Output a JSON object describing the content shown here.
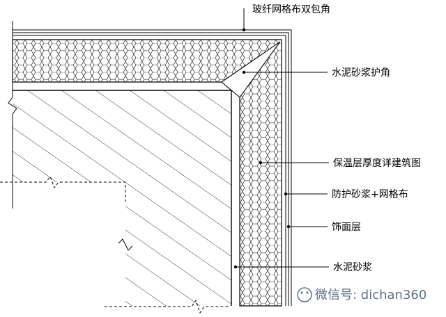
{
  "labels": {
    "fiberglass_double_wrap": "玻纤网格布双包角",
    "cement_mortar_corner": "水泥砂浆护角",
    "insulation_thickness": "保温层厚度详建筑图",
    "protective_mortar_mesh": "防护砂浆+网格布",
    "finish_layer": "饰面层",
    "cement_mortar": "水泥砂浆"
  },
  "watermark": "微信号: dichan360",
  "colors": {
    "line": "#000000",
    "watermark": "#5f6f86"
  }
}
